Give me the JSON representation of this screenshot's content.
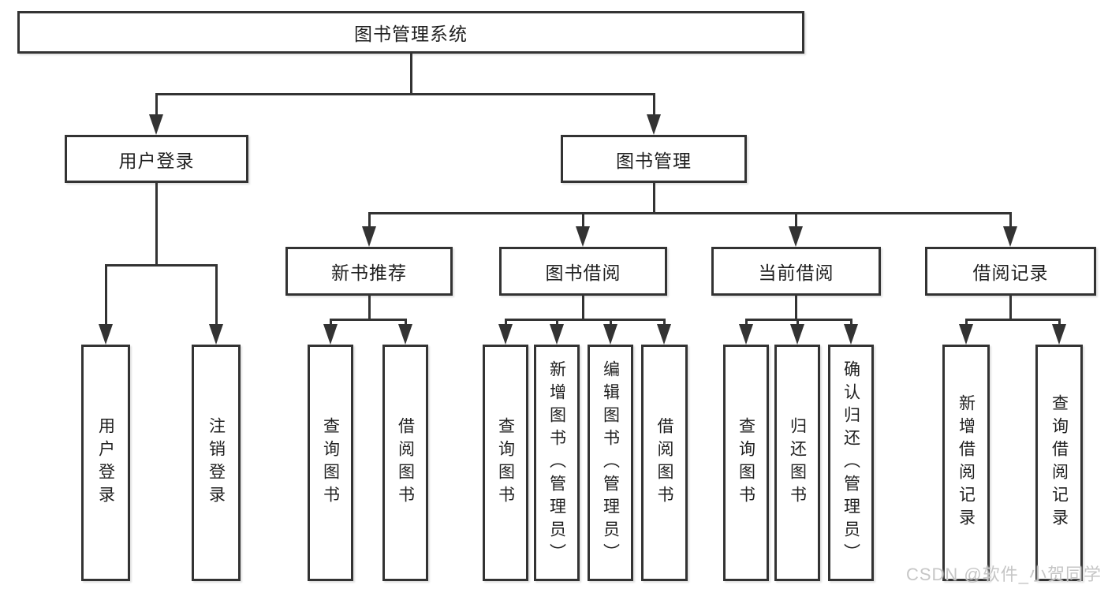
{
  "diagram": {
    "title": "图书管理系统",
    "type": "hierarchy-tree",
    "colors": {
      "line": "#333333",
      "text": "#1f1f1f",
      "background": "#ffffff",
      "watermark": "#c3c3c3"
    },
    "watermark": "CSDN @软件_小贺同学",
    "nodes": {
      "root": {
        "label": "图书管理系统"
      },
      "l2": [
        {
          "label": "用户登录"
        },
        {
          "label": "图书管理"
        }
      ],
      "l3": [
        {
          "label": "新书推荐",
          "parent": "图书管理"
        },
        {
          "label": "图书借阅",
          "parent": "图书管理"
        },
        {
          "label": "当前借阅",
          "parent": "图书管理"
        },
        {
          "label": "借阅记录",
          "parent": "图书管理"
        }
      ],
      "leaves": [
        {
          "label": "用户登录",
          "parent": "用户登录"
        },
        {
          "label": "注销登录",
          "parent": "用户登录"
        },
        {
          "label": "查询图书",
          "parent": "新书推荐"
        },
        {
          "label": "借阅图书",
          "parent": "新书推荐"
        },
        {
          "label": "查询图书",
          "parent": "图书借阅"
        },
        {
          "label": "新增图书（管理员）",
          "parent": "图书借阅"
        },
        {
          "label": "编辑图书（管理员）",
          "parent": "图书借阅"
        },
        {
          "label": "借阅图书",
          "parent": "图书借阅"
        },
        {
          "label": "查询图书",
          "parent": "当前借阅"
        },
        {
          "label": "归还图书",
          "parent": "当前借阅"
        },
        {
          "label": "确认归还（管理员）",
          "parent": "当前借阅"
        },
        {
          "label": "新增借阅记录",
          "parent": "借阅记录"
        },
        {
          "label": "查询借阅记录",
          "parent": "借阅记录"
        }
      ]
    }
  }
}
